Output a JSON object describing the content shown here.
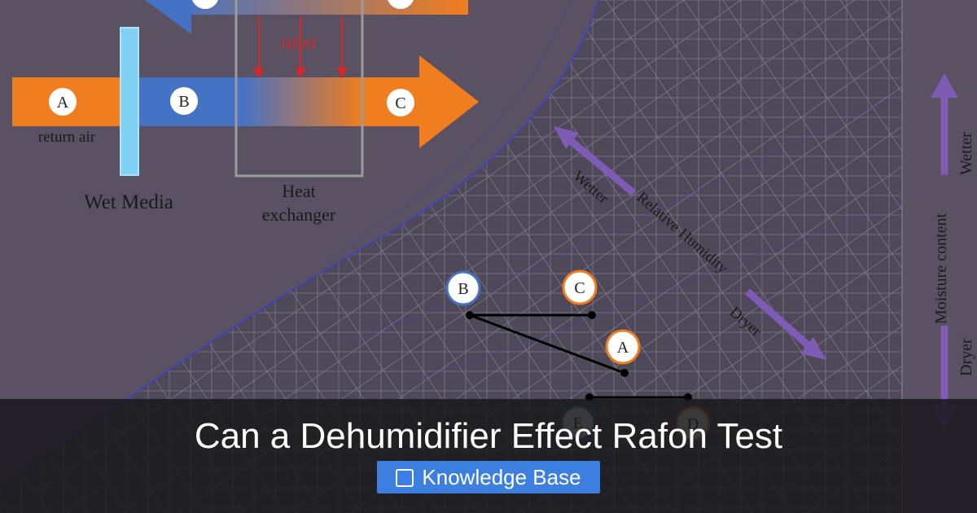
{
  "diagram": {
    "nodes": {
      "a_top": "A",
      "b_top": "B",
      "c_top": "C",
      "b_chart": "B",
      "c_chart": "C",
      "a_chart": "A",
      "e_chart": "E",
      "d_chart": "D"
    },
    "labels": {
      "heat": "HEAT",
      "return_air": "return air",
      "wet_media": "Wet Media",
      "heat_exchanger_1": "Heat",
      "heat_exchanger_2": "exchanger",
      "wetter_diag": "Wetter",
      "relative_humidity": "Relative Humidity",
      "dryer_diag": "Dryer",
      "moisture_content": "Moisture content",
      "wetter_axis": "Wetter",
      "dryer_axis": "Dryer"
    },
    "colors": {
      "orange": "#f07d1e",
      "blue": "#4472c4",
      "purple": "#7e5bb5",
      "red": "#d9262b",
      "media": "#7fd0f2",
      "background": "#5a5262"
    }
  },
  "banner": {
    "title": "Can a Dehumidifier Effect Rafon Test",
    "category": "Knowledge Base",
    "category_icon": "document-icon"
  }
}
